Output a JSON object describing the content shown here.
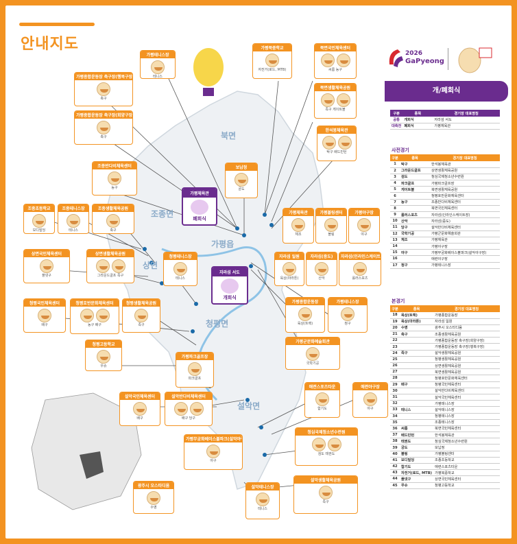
{
  "title": "안내지도",
  "logo": {
    "year": "2026",
    "name": "GaPyeong"
  },
  "regions": [
    "북면",
    "조종면",
    "가평읍",
    "상면",
    "청평면",
    "설악면"
  ],
  "ceremony": {
    "opening": "개회식",
    "closing": "폐회식",
    "closing_venue": "가평체육관",
    "opening_venue": "자라섬 서도"
  },
  "section_opening": "개/폐회식",
  "ceremony_table": {
    "headers": [
      "구분",
      "종목",
      "경기장 대표명칭"
    ],
    "rows": [
      [
        "공통",
        "개회식",
        "자라섬 서도"
      ],
      [
        "대축전",
        "폐회식",
        "가평체육관"
      ]
    ]
  },
  "pre_section": "사전경기",
  "pre_headers": [
    "구분",
    "종목",
    "경기장 대표명칭"
  ],
  "pre_rows": [
    [
      "1",
      "탁구",
      "한석봉체육관"
    ],
    [
      "2",
      "그라운드골프",
      "상면생활체육공원"
    ],
    [
      "3",
      "검도",
      "청심국제청소년수련원"
    ],
    [
      "4",
      "파크골프",
      "가평파크골프장"
    ],
    [
      "5",
      "게이트볼",
      "북면생활체육공원"
    ],
    [
      "6",
      "",
      "청평호반문화체육센터"
    ],
    [
      "7",
      "농구",
      "조종반다비체육센터"
    ],
    [
      "8",
      "",
      "북면국민체육센터"
    ],
    [
      "9",
      "롤러스포츠",
      "자라섬(인라인스케이트장)"
    ],
    [
      "10",
      "산악",
      "자라섬(중도)"
    ],
    [
      "11",
      "당구",
      "설악반다비체육센터"
    ],
    [
      "12",
      "국학기공",
      "가평군문화예술회관"
    ],
    [
      "13",
      "체조",
      "가평체육관"
    ],
    [
      "14",
      "",
      "가평야구장"
    ],
    [
      "15",
      "야구",
      "가평무궁화베이스볼파크(설악야구장)"
    ],
    [
      "16",
      "",
      "애련야구장"
    ],
    [
      "17",
      "정구",
      "가평테니스장"
    ]
  ],
  "main_section": "본경기",
  "main_headers": [
    "구분",
    "종목",
    "경기장 대표명칭"
  ],
  "main_rows": [
    [
      "18",
      "육상(트랙)",
      "가평종합운동장"
    ],
    [
      "19",
      "육상(마라톤)",
      "자라섬 일원"
    ],
    [
      "20",
      "수영",
      "광주시 오스타디움"
    ],
    [
      "21",
      "축구",
      "조종생활체육공원"
    ],
    [
      "22",
      "",
      "가평종합운동장 축구장(회양구장)"
    ],
    [
      "23",
      "",
      "가평종합운동장 축구장(행복구장)"
    ],
    [
      "24",
      "족구",
      "설악생활체육공원"
    ],
    [
      "25",
      "",
      "청평생활체육공원"
    ],
    [
      "26",
      "",
      "상면생활체육공원"
    ],
    [
      "27",
      "",
      "북면생활체육공원"
    ],
    [
      "28",
      "",
      "청평호반문화체육센터"
    ],
    [
      "29",
      "배구",
      "청평국민체육센터"
    ],
    [
      "30",
      "",
      "설악반다비체육센터"
    ],
    [
      "31",
      "",
      "설악국민체육센터"
    ],
    [
      "32",
      "",
      "가평테니스장"
    ],
    [
      "33",
      "테니스",
      "설악테니스장"
    ],
    [
      "34",
      "",
      "청평테니스장"
    ],
    [
      "35",
      "",
      "조종테니스장"
    ],
    [
      "36",
      "씨름",
      "북면국민체육센터"
    ],
    [
      "37",
      "배드민턴",
      "한석봉체육관"
    ],
    [
      "38",
      "태권도",
      "청심국제청소년수련원"
    ],
    [
      "39",
      "궁도",
      "보납정"
    ],
    [
      "40",
      "볼링",
      "가평볼링센터"
    ],
    [
      "41",
      "보디빌딩",
      "조종초등학교"
    ],
    [
      "42",
      "합기도",
      "애련스포츠타운"
    ],
    [
      "43",
      "자전거(로드, MTB)",
      "가평북중학교"
    ],
    [
      "44",
      "플넷구",
      "상면국민체육센터"
    ],
    [
      "45",
      "우슈",
      "청평고등학교"
    ]
  ],
  "callouts": [
    {
      "name": "가평테니스장",
      "sub": "테니스"
    },
    {
      "name": "가평종합운동장 축구장(행복구장)",
      "sub": "축구"
    },
    {
      "name": "가평종합운동장 축구장(회양구장)",
      "sub": "축구"
    },
    {
      "name": "가평북중학교",
      "sub": "자전거(로드, MTB)"
    },
    {
      "name": "북면국민체육센터",
      "sub": "씨름   농구"
    },
    {
      "name": "북면생활체육공원",
      "sub": "족구   게이트볼"
    },
    {
      "name": "한석봉체육관",
      "sub": "탁구   배드민턴"
    },
    {
      "name": "조종반다비체육센터",
      "sub": "농구"
    },
    {
      "name": "보납정",
      "sub": "궁도"
    },
    {
      "name": "조종초등학교",
      "sub": "보디빌딩"
    },
    {
      "name": "조종테니스장",
      "sub": "테니스"
    },
    {
      "name": "조종생활체육공원",
      "sub": "축구"
    },
    {
      "name": "가평체육관",
      "sub": "체조"
    },
    {
      "name": "가평볼링센터",
      "sub": "볼링"
    },
    {
      "name": "가평야구장",
      "sub": "야구"
    },
    {
      "name": "상면국민체육센터",
      "sub": "플넷구"
    },
    {
      "name": "상면생활체육공원",
      "sub": "그라운드골프   족구"
    },
    {
      "name": "청평테니스장",
      "sub": "테니스"
    },
    {
      "name": "자라섬 일원",
      "sub": "육상(마라톤)"
    },
    {
      "name": "자라섬(중도)",
      "sub": "산악"
    },
    {
      "name": "자라섬(인라인스케이트장)",
      "sub": "롤러스포츠"
    },
    {
      "name": "청평국민체육센터",
      "sub": "배구"
    },
    {
      "name": "청평호반문화체육센터",
      "sub": "농구   배구"
    },
    {
      "name": "청평생활체육공원",
      "sub": "족구"
    },
    {
      "name": "가평종합운동장",
      "sub": "육상(트랙)"
    },
    {
      "name": "가평테니스장",
      "sub": "정구"
    },
    {
      "name": "가평군문화예술회관",
      "sub": "국학기공"
    },
    {
      "name": "청평고등학교",
      "sub": "우슈"
    },
    {
      "name": "가평파크골프장",
      "sub": "파크골프"
    },
    {
      "name": "설악국민체육센터",
      "sub": "배구"
    },
    {
      "name": "설악반다비체육센터",
      "sub": "배구   당구"
    },
    {
      "name": "애련스포츠타운",
      "sub": "합기도"
    },
    {
      "name": "애련야구장",
      "sub": "야구"
    },
    {
      "name": "가평무궁화베이스볼파크(설악야구장)",
      "sub": "야구"
    },
    {
      "name": "청심국제청소년수련원",
      "sub": "검도   태권도"
    },
    {
      "name": "광주시 오스타디움",
      "sub": "수영"
    },
    {
      "name": "설악테니스장",
      "sub": "테니스"
    },
    {
      "name": "설악생활체육공원",
      "sub": "족구"
    }
  ],
  "colors": {
    "orange": "#f39321",
    "purple": "#6a2c8e",
    "map": "#eef1f4"
  }
}
